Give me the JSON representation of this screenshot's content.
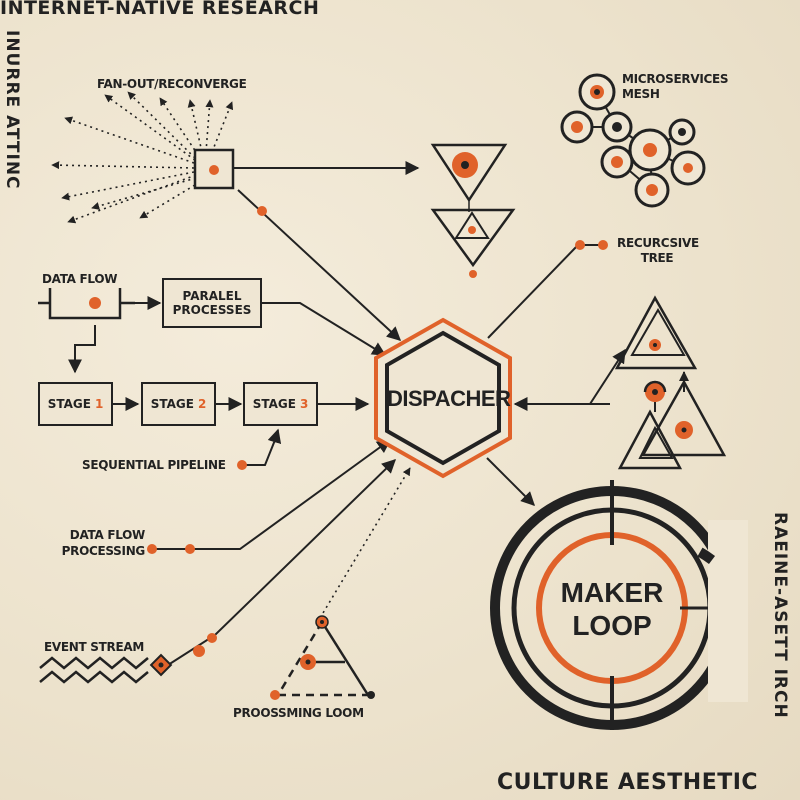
{
  "header": {
    "title": "INTERNET-NATIVE RESEARCH",
    "left_vertical": "INURRE ATTINC",
    "right_vertical": "RAEINE-ASETT IRCH",
    "footer": "CULTURE AESTHETIC"
  },
  "colors": {
    "ink": "#222222",
    "accent": "#e0622a",
    "paper": "#efe6d3"
  },
  "nodes": {
    "fanout": "FAN-OUT/RECONVERGE",
    "data_flow": "DATA FLOW",
    "parallel": "PARALEL PROCESSES",
    "stage1_label": "STAGE",
    "stage1_num": "1",
    "stage2_label": "STAGE",
    "stage2_num": "2",
    "stage3_label": "STAGE",
    "stage3_num": "3",
    "sequential": "SEQUENTIAL PIPELINE",
    "data_flow_processing": "DATA FLOW PROCESSING",
    "event_stream": "EVENT STREAM",
    "processing_loom": "PROOSSMING LOOM",
    "dispatcher": "DISPACHER",
    "microservices": "MICROSERVICES MESH",
    "recursive": "RECURCSIVE TREE",
    "maker_loop": "MAKER LOOP"
  }
}
